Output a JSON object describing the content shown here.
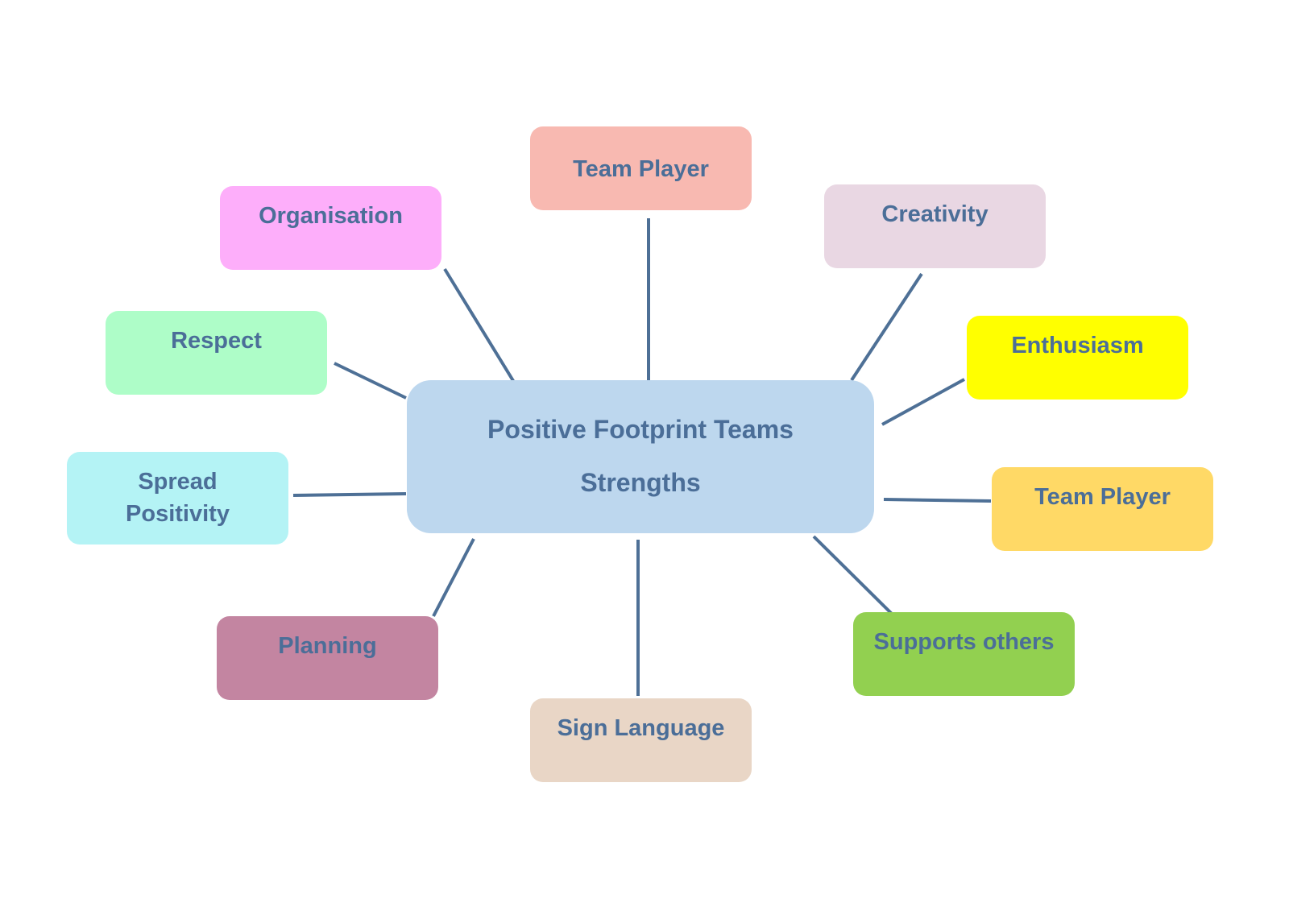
{
  "diagram": {
    "center": {
      "line1": "Positive Footprint Teams",
      "line2": "Strengths",
      "color": "#bdd7ee"
    },
    "nodes": {
      "team_player_top": {
        "label": "Team Player",
        "color": "#f8b9b1"
      },
      "organisation": {
        "label": "Organisation",
        "color": "#fdaefa"
      },
      "creativity": {
        "label": "Creativity",
        "color": "#e9d7e3"
      },
      "respect": {
        "label": "Respect",
        "color": "#aefdc8"
      },
      "enthusiasm": {
        "label": "Enthusiasm",
        "color": "#ffff00"
      },
      "spread_positivity": {
        "line1": "Spread",
        "line2": "Positivity",
        "color": "#b4f3f5"
      },
      "team_player_right": {
        "label": "Team Player",
        "color": "#ffd966"
      },
      "planning": {
        "label": "Planning",
        "color": "#c385a1"
      },
      "supports_others": {
        "label": "Supports others",
        "color": "#92d050"
      },
      "sign_language": {
        "label": "Sign Language",
        "color": "#e9d6c6"
      }
    },
    "text_color": "#4b6e98",
    "connector_color": "#4e7096"
  }
}
